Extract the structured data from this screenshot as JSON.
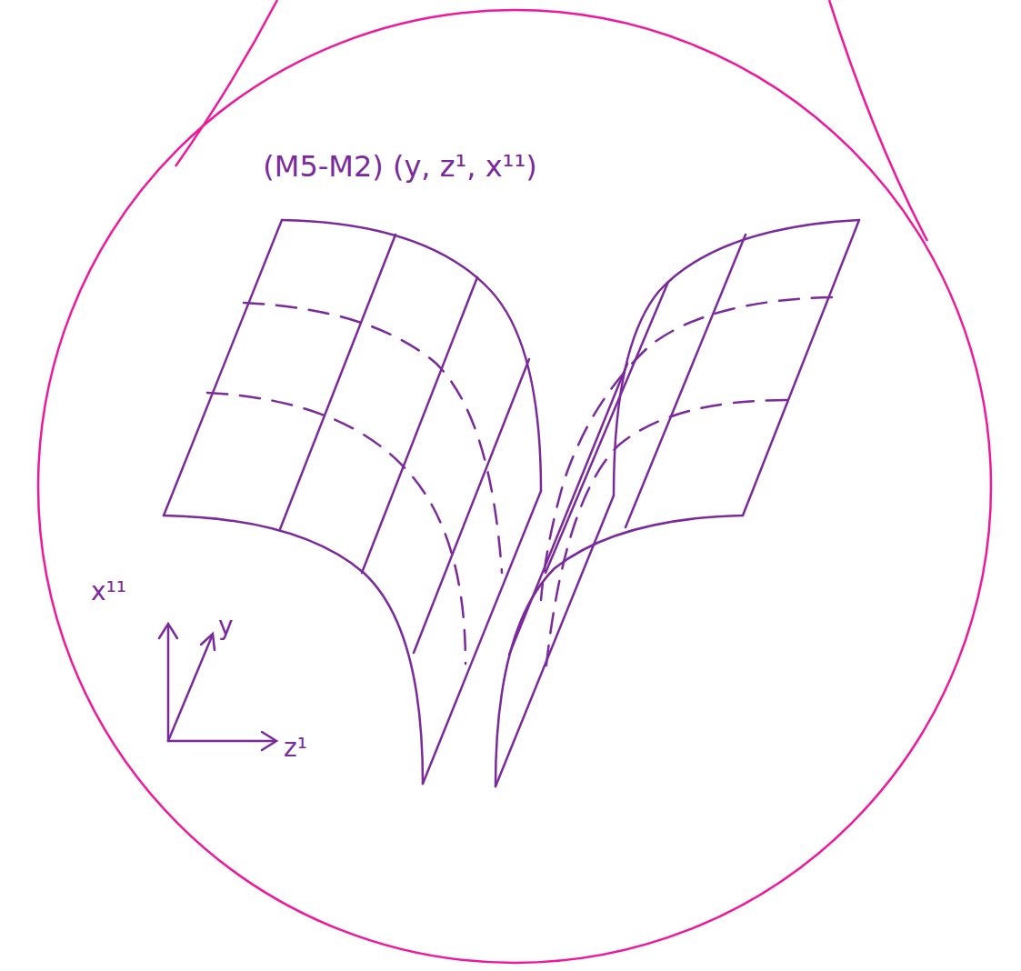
{
  "diagram": {
    "title": "(M5-M2) (y, z¹, x¹¹)",
    "labels": [
      "x¹¹",
      "y",
      "z¹"
    ]
  }
}
